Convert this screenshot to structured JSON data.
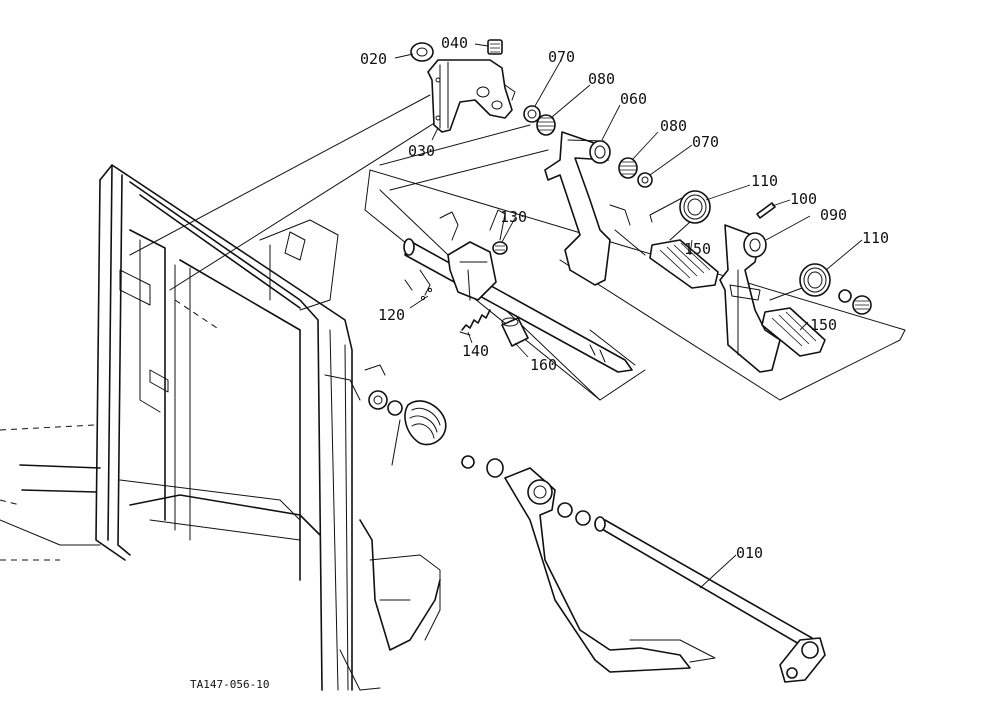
{
  "diagram": {
    "drawing_code": "TA147-056-10",
    "parts": [
      {
        "id": "010",
        "label": "010"
      },
      {
        "id": "020",
        "label": "020"
      },
      {
        "id": "030",
        "label": "030"
      },
      {
        "id": "040",
        "label": "040"
      },
      {
        "id": "060",
        "label": "060"
      },
      {
        "id": "070a",
        "label": "070"
      },
      {
        "id": "070b",
        "label": "070"
      },
      {
        "id": "080a",
        "label": "080"
      },
      {
        "id": "080b",
        "label": "080"
      },
      {
        "id": "090",
        "label": "090"
      },
      {
        "id": "100",
        "label": "100"
      },
      {
        "id": "110a",
        "label": "110"
      },
      {
        "id": "110b",
        "label": "110"
      },
      {
        "id": "120",
        "label": "120"
      },
      {
        "id": "130",
        "label": "130"
      },
      {
        "id": "140",
        "label": "140"
      },
      {
        "id": "150a",
        "label": "150"
      },
      {
        "id": "150b",
        "label": "150"
      },
      {
        "id": "160",
        "label": "160"
      }
    ]
  }
}
